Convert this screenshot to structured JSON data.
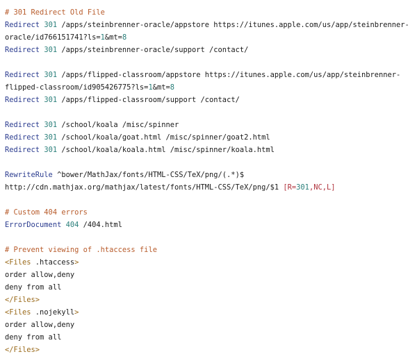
{
  "code": {
    "b1_comment": "# 301 Redirect Old File",
    "b1_l1_dir": "Redirect",
    "b1_l1_code": "301",
    "b1_l1_rest": " /apps/steinbrenner-oracle/appstore https://itunes.apple.com/us/app/steinbrenner-",
    "b1_l2_a": "oracle/id766151741?ls=",
    "b1_l2_n1": "1",
    "b1_l2_b": "&mt=",
    "b1_l2_n2": "8",
    "b1_l3_dir": "Redirect",
    "b1_l3_code": "301",
    "b1_l3_rest": " /apps/steinbrenner-oracle/support /contact/",
    "b2_l1_dir": "Redirect",
    "b2_l1_code": "301",
    "b2_l1_rest": " /apps/flipped-classroom/appstore https://itunes.apple.com/us/app/steinbrenner-",
    "b2_l2_a": "flipped-classroom/id905426775?ls=",
    "b2_l2_n1": "1",
    "b2_l2_b": "&mt=",
    "b2_l2_n2": "8",
    "b2_l3_dir": "Redirect",
    "b2_l3_code": "301",
    "b2_l3_rest": " /apps/flipped-classroom/support /contact/",
    "b3_l1_dir": "Redirect",
    "b3_l1_code": "301",
    "b3_l1_rest": " /school/koala /misc/spinner",
    "b3_l2_dir": "Redirect",
    "b3_l2_code": "301",
    "b3_l2_rest": " /school/koala/goat.html /misc/spinner/goat2.html",
    "b3_l3_dir": "Redirect",
    "b3_l3_code": "301",
    "b3_l3_rest": " /school/koala/koala.html /misc/spinner/koala.html",
    "b4_l1_dir": "RewriteRule",
    "b4_l1_rest": " ^bower/MathJax/fonts/HTML-CSS/TeX/png/(.*)$",
    "b4_l2_url": "http://cdn.mathjax.org/mathjax/latest/fonts/HTML-CSS/TeX/png/$1 ",
    "b4_l2_flags_a": "[R=",
    "b4_l2_flags_n": "301",
    "b4_l2_flags_b": ",NC,L]",
    "b5_comment": "# Custom 404 errors",
    "b5_l1_dir": "ErrorDocument",
    "b5_l1_code": "404",
    "b5_l1_rest": " /404.html",
    "b6_comment": "# Prevent viewing of .htaccess file",
    "b6_l1_open": "<Files",
    "b6_l1_arg": " .htaccess",
    "b6_l1_close": ">",
    "b6_l2": "order allow,deny",
    "b6_l3": "deny from all",
    "b6_l4": "</Files>",
    "b6_l5_open": "<Files",
    "b6_l5_arg": " .nojekyll",
    "b6_l5_close": ">",
    "b6_l6": "order allow,deny",
    "b6_l7": "deny from all",
    "b6_l8": "</Files>"
  },
  "colors": {
    "comment": "#b85c2c",
    "directive": "#2b3c8f",
    "number": "#2a7f7a",
    "tag": "#9a6a1a",
    "flag": "#b0323c",
    "text": "#1a1a1a",
    "background": "#ffffff"
  }
}
